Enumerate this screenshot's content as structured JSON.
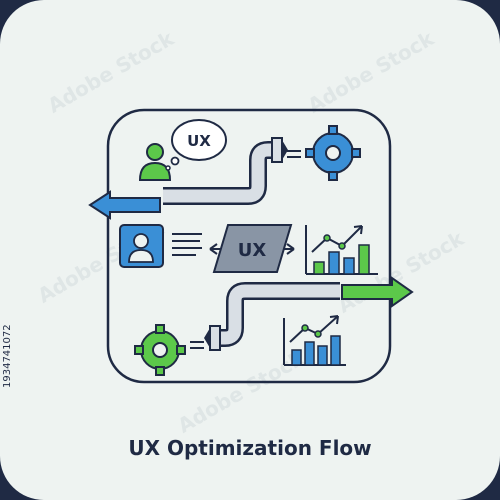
{
  "title": "UX Optimization Flow",
  "side_id": "1934741072",
  "watermark": "Adobe Stock",
  "labels": {
    "bubble": "UX",
    "center": "UX"
  },
  "icons": [
    "user-thinking-icon",
    "thought-bubble-icon",
    "gear-icon",
    "pipe-icon",
    "arrow-left-icon",
    "profile-card-icon",
    "bidirectional-arrow-icon",
    "ux-parallelogram-icon",
    "growth-chart-icon",
    "arrow-right-icon"
  ],
  "colors": {
    "outline": "#1f2a44",
    "blue": "#3a8fd6",
    "green": "#5cc84a",
    "pipe_gray": "#d9dfe5",
    "ux_gray": "#8995a5",
    "background": "#eef3f1",
    "frame": "#1f2a44"
  }
}
